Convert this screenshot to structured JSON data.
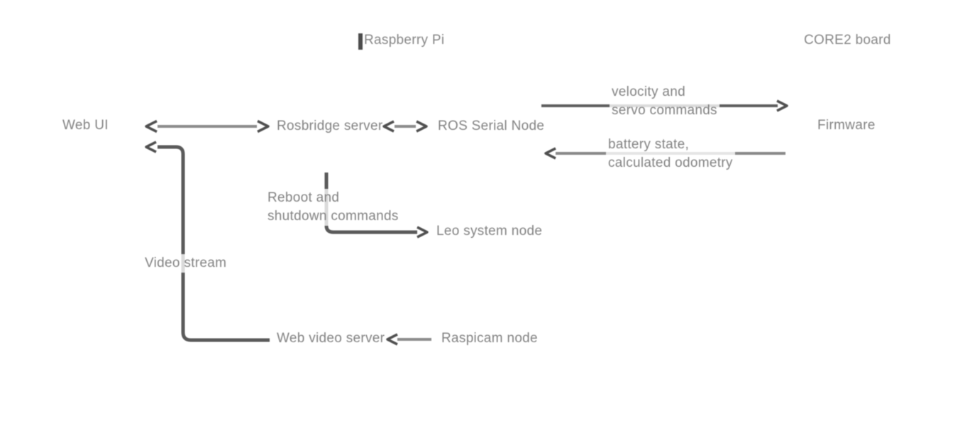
{
  "diagram": {
    "background": "#ffffff",
    "colors": {
      "line": "#8c8c8c",
      "line_dark": "#5a5a5a",
      "arrowhead": "#4f4f4f",
      "text": "#828282"
    },
    "groups": [
      {
        "title": "Raspberry Pi"
      },
      {
        "title": "CORE2 board"
      }
    ],
    "nodes": {
      "web_ui": "Web UI",
      "rosbridge": "Rosbridge server",
      "ros_serial": "ROS Serial Node",
      "firmware": "Firmware",
      "leo_system": "Leo system node",
      "web_video": "Web video server",
      "raspicam": "Raspicam node"
    },
    "edge_labels": {
      "velocity": [
        "velocity and",
        "servo commands"
      ],
      "battery": [
        "battery state,",
        "calculated odometry"
      ],
      "reboot": [
        "Reboot and",
        "shutdown commands"
      ],
      "video": "Video stream"
    },
    "edges": [
      {
        "from": "Web UI",
        "to": "Rosbridge server",
        "direction": "both",
        "label": ""
      },
      {
        "from": "Rosbridge server",
        "to": "ROS Serial Node",
        "direction": "both",
        "label": ""
      },
      {
        "from": "ROS Serial Node",
        "to": "Firmware",
        "direction": "forward",
        "label": "velocity and servo commands"
      },
      {
        "from": "Firmware",
        "to": "ROS Serial Node",
        "direction": "forward",
        "label": "battery state, calculated odometry"
      },
      {
        "from": "Rosbridge server",
        "to": "Leo system node",
        "direction": "forward",
        "label": "Reboot and shutdown commands"
      },
      {
        "from": "Web video server",
        "to": "Web UI",
        "direction": "forward",
        "label": "Video stream"
      },
      {
        "from": "Raspicam node",
        "to": "Web video server",
        "direction": "forward",
        "label": ""
      }
    ]
  }
}
